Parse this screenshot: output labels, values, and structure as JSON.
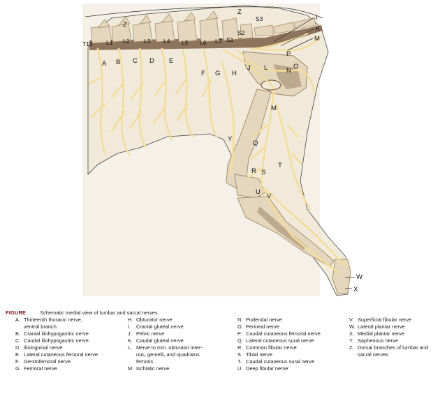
{
  "figure": {
    "label": "FIGURE",
    "title": "Schematic medial view of lumbar and sacral nerves."
  },
  "vertebra_labels": [
    "T13",
    "L1",
    "L2",
    "L3",
    "L4",
    "L5",
    "L6",
    "L7",
    "S1",
    "S2",
    "S3"
  ],
  "legend": [
    {
      "letter": "A.",
      "lines": [
        "Thirteenth thoracic nerve,",
        "ventral branch"
      ]
    },
    {
      "letter": "B.",
      "lines": [
        "Cranial iliohypogastric nerve"
      ]
    },
    {
      "letter": "C.",
      "lines": [
        "Caudal iliohypogastric nerve"
      ]
    },
    {
      "letter": "D.",
      "lines": [
        "Ilioinguinal nerve"
      ]
    },
    {
      "letter": "E.",
      "lines": [
        "Lateral cutaneous femoral nerve"
      ]
    },
    {
      "letter": "F.",
      "lines": [
        "Genitofemoral nerve"
      ]
    },
    {
      "letter": "G.",
      "lines": [
        "Femoral nerve"
      ]
    },
    {
      "letter": "H.",
      "lines": [
        "Obturator nerve"
      ]
    },
    {
      "letter": "I.",
      "lines": [
        "Cranial gluteal nerve"
      ]
    },
    {
      "letter": "J.",
      "lines": [
        "Pelvic nerve"
      ]
    },
    {
      "letter": "K.",
      "lines": [
        "Caudal gluteal nerve"
      ]
    },
    {
      "letter": "L.",
      "lines": [
        "Nerve to mm. obturator inter-",
        "nus, gemelli, and quadratus",
        "femoris"
      ]
    },
    {
      "letter": "M.",
      "lines": [
        "Ischiatic nerve"
      ]
    },
    {
      "letter": "N.",
      "lines": [
        "Pudendal nerve"
      ]
    },
    {
      "letter": "O.",
      "lines": [
        "Perineal nerve"
      ]
    },
    {
      "letter": "P.",
      "lines": [
        "Caudal cutaneous femoral nerve"
      ]
    },
    {
      "letter": "Q.",
      "lines": [
        "Lateral cutaneous sural nerve"
      ]
    },
    {
      "letter": "R.",
      "lines": [
        "Common fibular nerve"
      ]
    },
    {
      "letter": "S.",
      "lines": [
        "Tibial nerve"
      ]
    },
    {
      "letter": "T.",
      "lines": [
        "Caudal cutaneous sural nerve"
      ]
    },
    {
      "letter": "U.",
      "lines": [
        "Deep fibular nerve"
      ]
    },
    {
      "letter": "V.",
      "lines": [
        "Superficial fibular nerve"
      ]
    },
    {
      "letter": "W.",
      "lines": [
        "Lateral plantar nerve"
      ]
    },
    {
      "letter": "X.",
      "lines": [
        "Medial plantar nerve"
      ]
    },
    {
      "letter": "Y.",
      "lines": [
        "Saphenous nerve"
      ]
    },
    {
      "letter": "Z.",
      "lines": [
        "Dorsal branches of lumbar and",
        "sacral nerves"
      ]
    }
  ],
  "colors": {
    "nerve": "#f3dd9c",
    "nerve_outline": "#d9bb6a",
    "bone": "#e4d7bd",
    "bone_outline": "#a58f6b",
    "bone_shadow": "#9c8466",
    "muscle_band": "#7d5f45",
    "figure_label": "#7a1418",
    "outline": "#222222"
  }
}
